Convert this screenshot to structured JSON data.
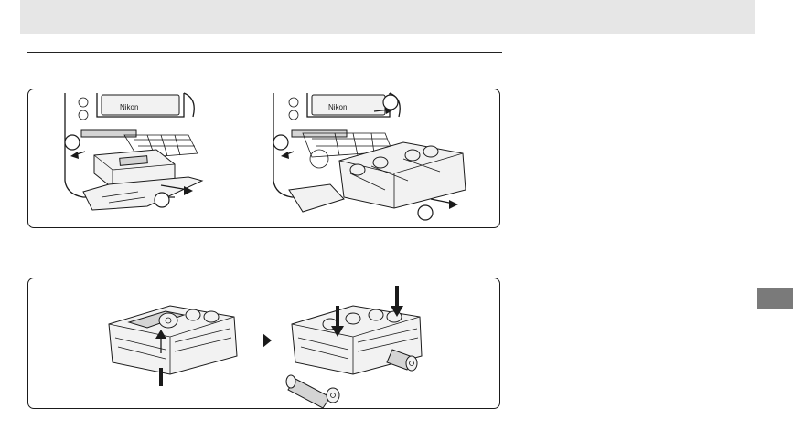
{
  "panels": {
    "top": {
      "illustrations": [
        {
          "name": "camera-battery-removal",
          "callouts": 2
        },
        {
          "name": "camera-holder-removal",
          "callouts": 3
        }
      ]
    },
    "bottom": {
      "illustrations": [
        {
          "name": "holder-battery-insert-step1"
        },
        {
          "name": "holder-battery-insert-step2"
        }
      ],
      "step_arrow_icon": "triangle-right-icon"
    }
  },
  "colors": {
    "header_bar": "#e6e6e6",
    "side_tab": "#7a7a7a",
    "outline": "#1a1a1a"
  }
}
